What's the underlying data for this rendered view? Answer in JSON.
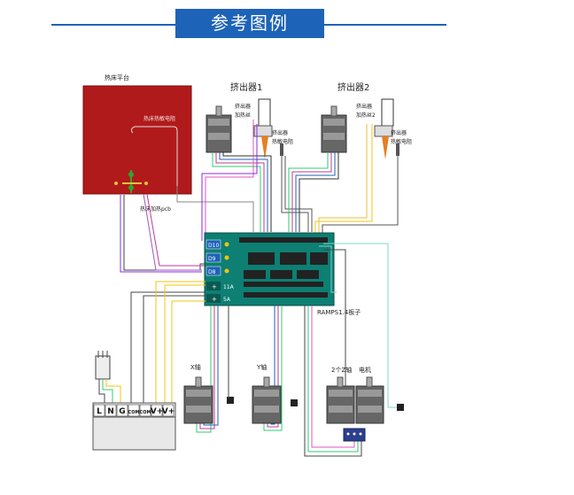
{
  "header": {
    "title": "参考图例"
  },
  "heated_bed": {
    "title": "热床平台",
    "thermistor": "热床热敏电阻",
    "pcb": "热床加热pcb"
  },
  "extruder1": {
    "title": "挤出器1",
    "heater_l1": "挤出器",
    "heater_l2": "加热丝",
    "thermistor_l1": "挤出器",
    "thermistor_l2": "热敏电阻"
  },
  "extruder2": {
    "title": "挤出器2",
    "heater_l1": "挤出器",
    "heater_l2": "加热丝2",
    "thermistor_l1": "挤出器",
    "thermistor_l2": "热敏电阻"
  },
  "board": {
    "label": "RAMPS1.4板子",
    "d10": "D10",
    "d9": "D9",
    "d8": "D8",
    "a11": "11A",
    "a5": "5A"
  },
  "motors": {
    "x": "X轴",
    "y": "Y轴",
    "z": "2个Z轴",
    "z2": "电机"
  },
  "psu": {
    "terminals": [
      "L",
      "N",
      "G",
      "COM",
      "COM",
      "V+",
      "V+"
    ]
  }
}
